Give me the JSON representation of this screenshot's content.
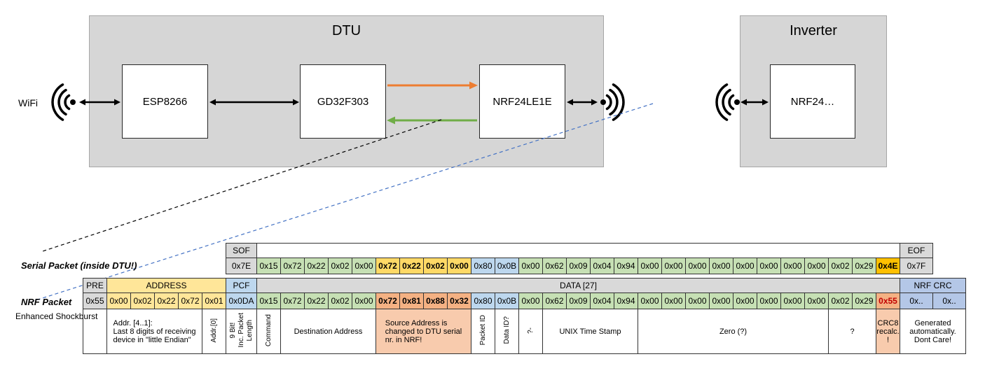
{
  "diagram": {
    "wifi_label": "WiFi",
    "dtu": {
      "title": "DTU",
      "esp": "ESP8266",
      "mcu": "GD32F303",
      "nrf": "NRF24LE1E"
    },
    "inverter": {
      "title": "Inverter",
      "nrf": "NRF24…"
    }
  },
  "icons": {
    "left": "wifi-waves-icon",
    "dtu_radio": "radio-waves-icon",
    "inverter_radio": "radio-waves-icon"
  },
  "colors": {
    "gray": "#d9d9d9",
    "gray_block": "#d6d6d6",
    "green": "#c6e0b4",
    "gold": "#ffd966",
    "amber": "#ffc000",
    "blue": "#bdd7ee",
    "yellow": "#ffe699",
    "crc_blue": "#b4c7e7",
    "orange": "#f4b183",
    "peach": "#f8cbad",
    "red_text": "#c00000",
    "arrow_orange": "#ed7d31",
    "arrow_green": "#70ad47",
    "dashed_blue": "#4472c4"
  },
  "serial_packet": {
    "label": "Serial Packet (inside DTU!)",
    "sof_header": "SOF",
    "sof": "0x7E",
    "eof_header": "EOF",
    "eof": "0x7F",
    "bytes": [
      {
        "v": "0x15",
        "c": "green"
      },
      {
        "v": "0x72",
        "c": "green"
      },
      {
        "v": "0x22",
        "c": "green"
      },
      {
        "v": "0x02",
        "c": "green"
      },
      {
        "v": "0x00",
        "c": "green"
      },
      {
        "v": "0x72",
        "c": "gold",
        "b": 1
      },
      {
        "v": "0x22",
        "c": "gold",
        "b": 1
      },
      {
        "v": "0x02",
        "c": "gold",
        "b": 1
      },
      {
        "v": "0x00",
        "c": "gold",
        "b": 1
      },
      {
        "v": "0x80",
        "c": "blue"
      },
      {
        "v": "0x0B",
        "c": "blue"
      },
      {
        "v": "0x00",
        "c": "green"
      },
      {
        "v": "0x62",
        "c": "green"
      },
      {
        "v": "0x09",
        "c": "green"
      },
      {
        "v": "0x04",
        "c": "green"
      },
      {
        "v": "0x94",
        "c": "green"
      },
      {
        "v": "0x00",
        "c": "green"
      },
      {
        "v": "0x00",
        "c": "green"
      },
      {
        "v": "0x00",
        "c": "green"
      },
      {
        "v": "0x00",
        "c": "green"
      },
      {
        "v": "0x00",
        "c": "green"
      },
      {
        "v": "0x00",
        "c": "green"
      },
      {
        "v": "0x00",
        "c": "green"
      },
      {
        "v": "0x00",
        "c": "green"
      },
      {
        "v": "0x02",
        "c": "green"
      },
      {
        "v": "0x29",
        "c": "green"
      },
      {
        "v": "0x4E",
        "c": "amber",
        "b": 1
      }
    ]
  },
  "nrf_packet": {
    "label": "NRF Packet",
    "sublabel": "Enhanced Shockburst",
    "pre_header": "PRE",
    "pre": "0x55",
    "address_header": "ADDRESS",
    "address": [
      "0x00",
      "0x02",
      "0x22",
      "0x72",
      "0x01"
    ],
    "pcf_header": "PCF",
    "pcf": "0x0DA",
    "data_header": "DATA [27]",
    "bytes": [
      {
        "v": "0x15",
        "c": "green"
      },
      {
        "v": "0x72",
        "c": "green"
      },
      {
        "v": "0x22",
        "c": "green"
      },
      {
        "v": "0x02",
        "c": "green"
      },
      {
        "v": "0x00",
        "c": "green"
      },
      {
        "v": "0x72",
        "c": "orange",
        "b": 1
      },
      {
        "v": "0x81",
        "c": "orange",
        "b": 1
      },
      {
        "v": "0x88",
        "c": "orange",
        "b": 1
      },
      {
        "v": "0x32",
        "c": "orange",
        "b": 1
      },
      {
        "v": "0x80",
        "c": "blue"
      },
      {
        "v": "0x0B",
        "c": "blue"
      },
      {
        "v": "0x00",
        "c": "green"
      },
      {
        "v": "0x62",
        "c": "green"
      },
      {
        "v": "0x09",
        "c": "green"
      },
      {
        "v": "0x04",
        "c": "green"
      },
      {
        "v": "0x94",
        "c": "green"
      },
      {
        "v": "0x00",
        "c": "green"
      },
      {
        "v": "0x00",
        "c": "green"
      },
      {
        "v": "0x00",
        "c": "green"
      },
      {
        "v": "0x00",
        "c": "green"
      },
      {
        "v": "0x00",
        "c": "green"
      },
      {
        "v": "0x00",
        "c": "green"
      },
      {
        "v": "0x00",
        "c": "green"
      },
      {
        "v": "0x00",
        "c": "green"
      },
      {
        "v": "0x02",
        "c": "green"
      },
      {
        "v": "0x29",
        "c": "green"
      },
      {
        "v": "0x55",
        "c": "orange",
        "b": 1,
        "red": 1
      }
    ],
    "crc_header": "NRF CRC",
    "crc": [
      "0x..",
      "0x.."
    ]
  },
  "annotations": [
    {
      "id": "addr-4-1",
      "text": "Addr. [4..1]:\nLast 8 digits of receiving\ndevice in \"little Endian\"",
      "span": 4,
      "align": "left"
    },
    {
      "id": "addr-0",
      "text": "Addr.[0]",
      "span": 1,
      "vertical": true
    },
    {
      "id": "pcf",
      "text": "9 Bit!\nInc. Packet\nLength",
      "span": 1,
      "vertical": true
    },
    {
      "id": "command",
      "text": "Command",
      "span": 1,
      "vertical": true
    },
    {
      "id": "destination-address",
      "text": "Destination Address",
      "span": 4
    },
    {
      "id": "source-address",
      "text": "Source Address is\nchanged to DTU serial\nnr. in NRF!",
      "span": 4,
      "highlight": true,
      "align": "left"
    },
    {
      "id": "packet-id",
      "text": "Packet ID",
      "span": 1,
      "vertical": true
    },
    {
      "id": "data-id",
      "text": "Data ID?",
      "span": 1,
      "vertical": true
    },
    {
      "id": "unknown-1",
      "text": "?-",
      "span": 1,
      "vertical": true
    },
    {
      "id": "unix-time-stamp",
      "text": "UNIX Time Stamp",
      "span": 4
    },
    {
      "id": "zero",
      "text": "Zero (?)",
      "span": 8
    },
    {
      "id": "unknown-2",
      "text": "?",
      "span": 2
    },
    {
      "id": "crc8",
      "text": "CRC8\nrecalc.\n!",
      "span": 1,
      "highlight": true
    },
    {
      "id": "nrf-crc-note",
      "text": "Generated\nautomatically.\nDont Care!",
      "span": 2
    }
  ]
}
